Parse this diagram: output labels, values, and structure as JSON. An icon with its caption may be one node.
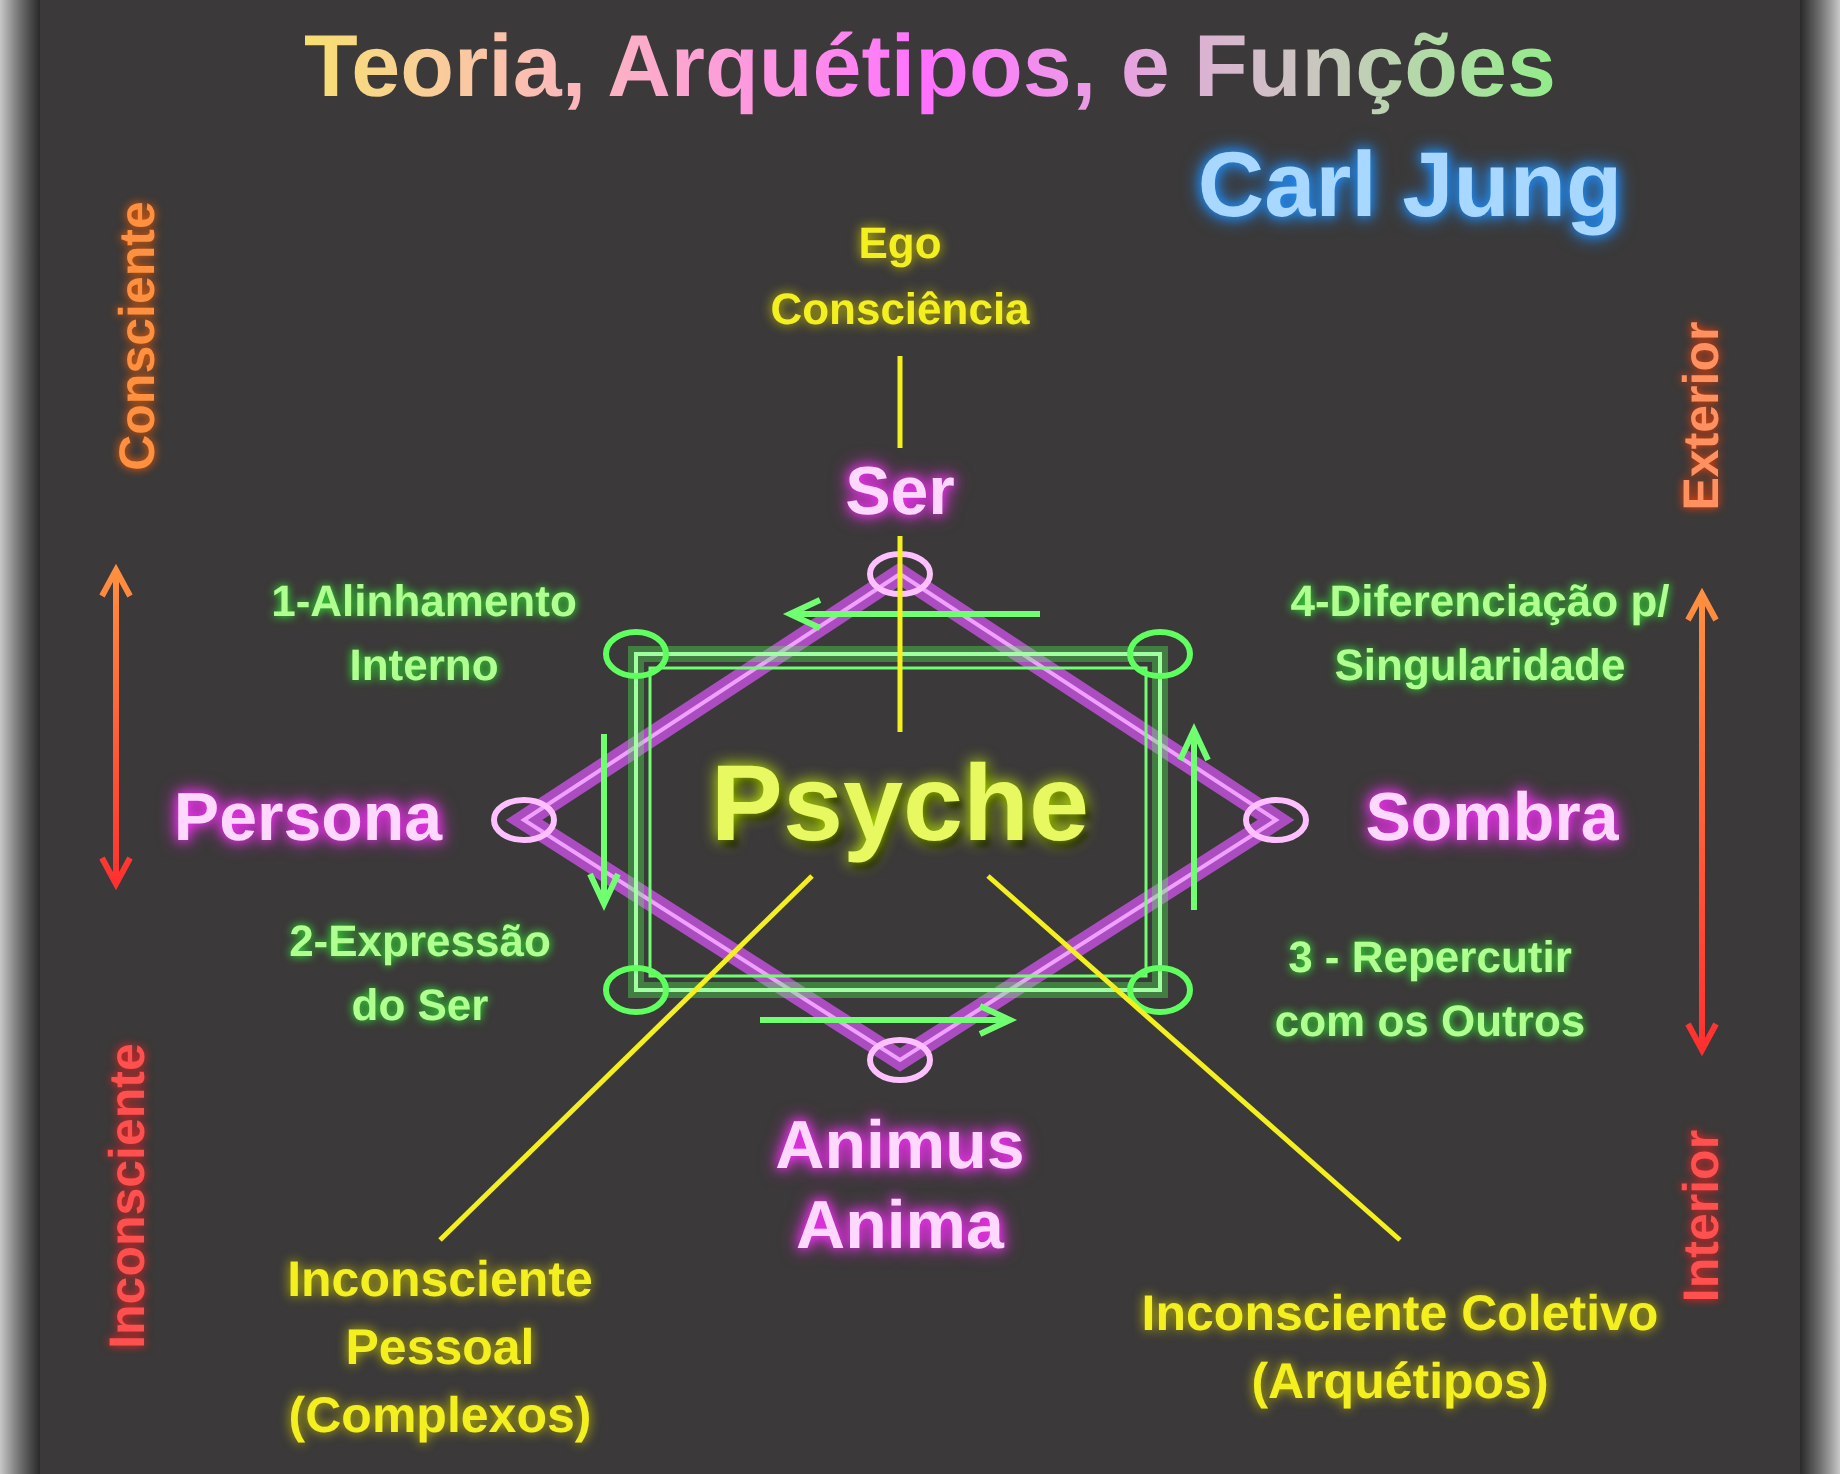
{
  "diagram": {
    "title": "Teoria, Arquétipos, e Funções",
    "nodes": [
      {
        "text": [
          "Ego Consciência"
        ]
      },
      {
        "text": [
          "Ser"
        ]
      },
      {
        "text": [
          "Persona"
        ]
      },
      {
        "text": [
          "Psyche"
        ]
      },
      {
        "text": [
          "Sombra"
        ]
      },
      {
        "text": [
          "Animus Anima"
        ]
      },
      {
        "text": [
          "Inconsciente Pessoal (Complexos)"
        ]
      },
      {
        "text": [
          "Inconsciente Coletivo (Arquétipos)"
        ]
      }
    ],
    "edges": [
      {
        "from": 0,
        "to": 3,
        "arrow": "none",
        "color": "#f4f020"
      },
      {
        "from": 6,
        "to": 3,
        "arrow": "none",
        "color": "#f4f020"
      },
      {
        "from": 7,
        "to": 3,
        "arrow": "none",
        "color": "#f4f020"
      }
    ],
    "labels": [
      "Carl Jung",
      "Consciente",
      "Exterior",
      "1-Alinhamento Interno",
      "4-Diferenciação p/ Singularidade",
      "2-Expressão do Ser",
      "3 - Repercutir com os Outros",
      "Inconsciente",
      "Interior"
    ]
  }
}
